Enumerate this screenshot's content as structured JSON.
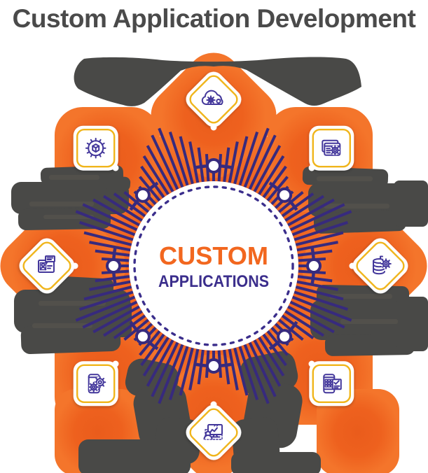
{
  "title": "Custom Application Development",
  "center": {
    "title": "CUSTOM",
    "subtitle": "APPLICATIONS"
  },
  "colors": {
    "orange": "#f2671f",
    "orange_deep": "#e85a1b",
    "stripe_indigo": "#372a7d",
    "icon_indigo": "#43379b",
    "gold_border": "#f0b51b",
    "blob_gray": "#494947",
    "smudge_gray": "#5a564f",
    "title_gray": "#4a4a4a",
    "tile_white": "#ffffff"
  },
  "wheel": {
    "icons": [
      {
        "id": "cloud-gear-icon",
        "position": "top",
        "shape": "diamond",
        "desc": "cloud with gear"
      },
      {
        "id": "browser-gear-icon",
        "position": "top-right",
        "shape": "square",
        "desc": "browser windows with gear"
      },
      {
        "id": "database-gear-icon",
        "position": "right",
        "shape": "diamond",
        "desc": "database stack with gear"
      },
      {
        "id": "phone-checklist-icon",
        "position": "bottom-right",
        "shape": "square",
        "desc": "phone with checklist"
      },
      {
        "id": "monitor-user-icon",
        "position": "bottom",
        "shape": "diamond",
        "desc": "monitor with user"
      },
      {
        "id": "phone-gears-icon",
        "position": "bottom-left",
        "shape": "square",
        "desc": "phone with gears"
      },
      {
        "id": "id-card-chat-icon",
        "position": "left",
        "shape": "diamond",
        "desc": "profile card with message"
      },
      {
        "id": "gear-cube-icon",
        "position": "top-left",
        "shape": "square",
        "desc": "cube inside gear"
      }
    ]
  }
}
